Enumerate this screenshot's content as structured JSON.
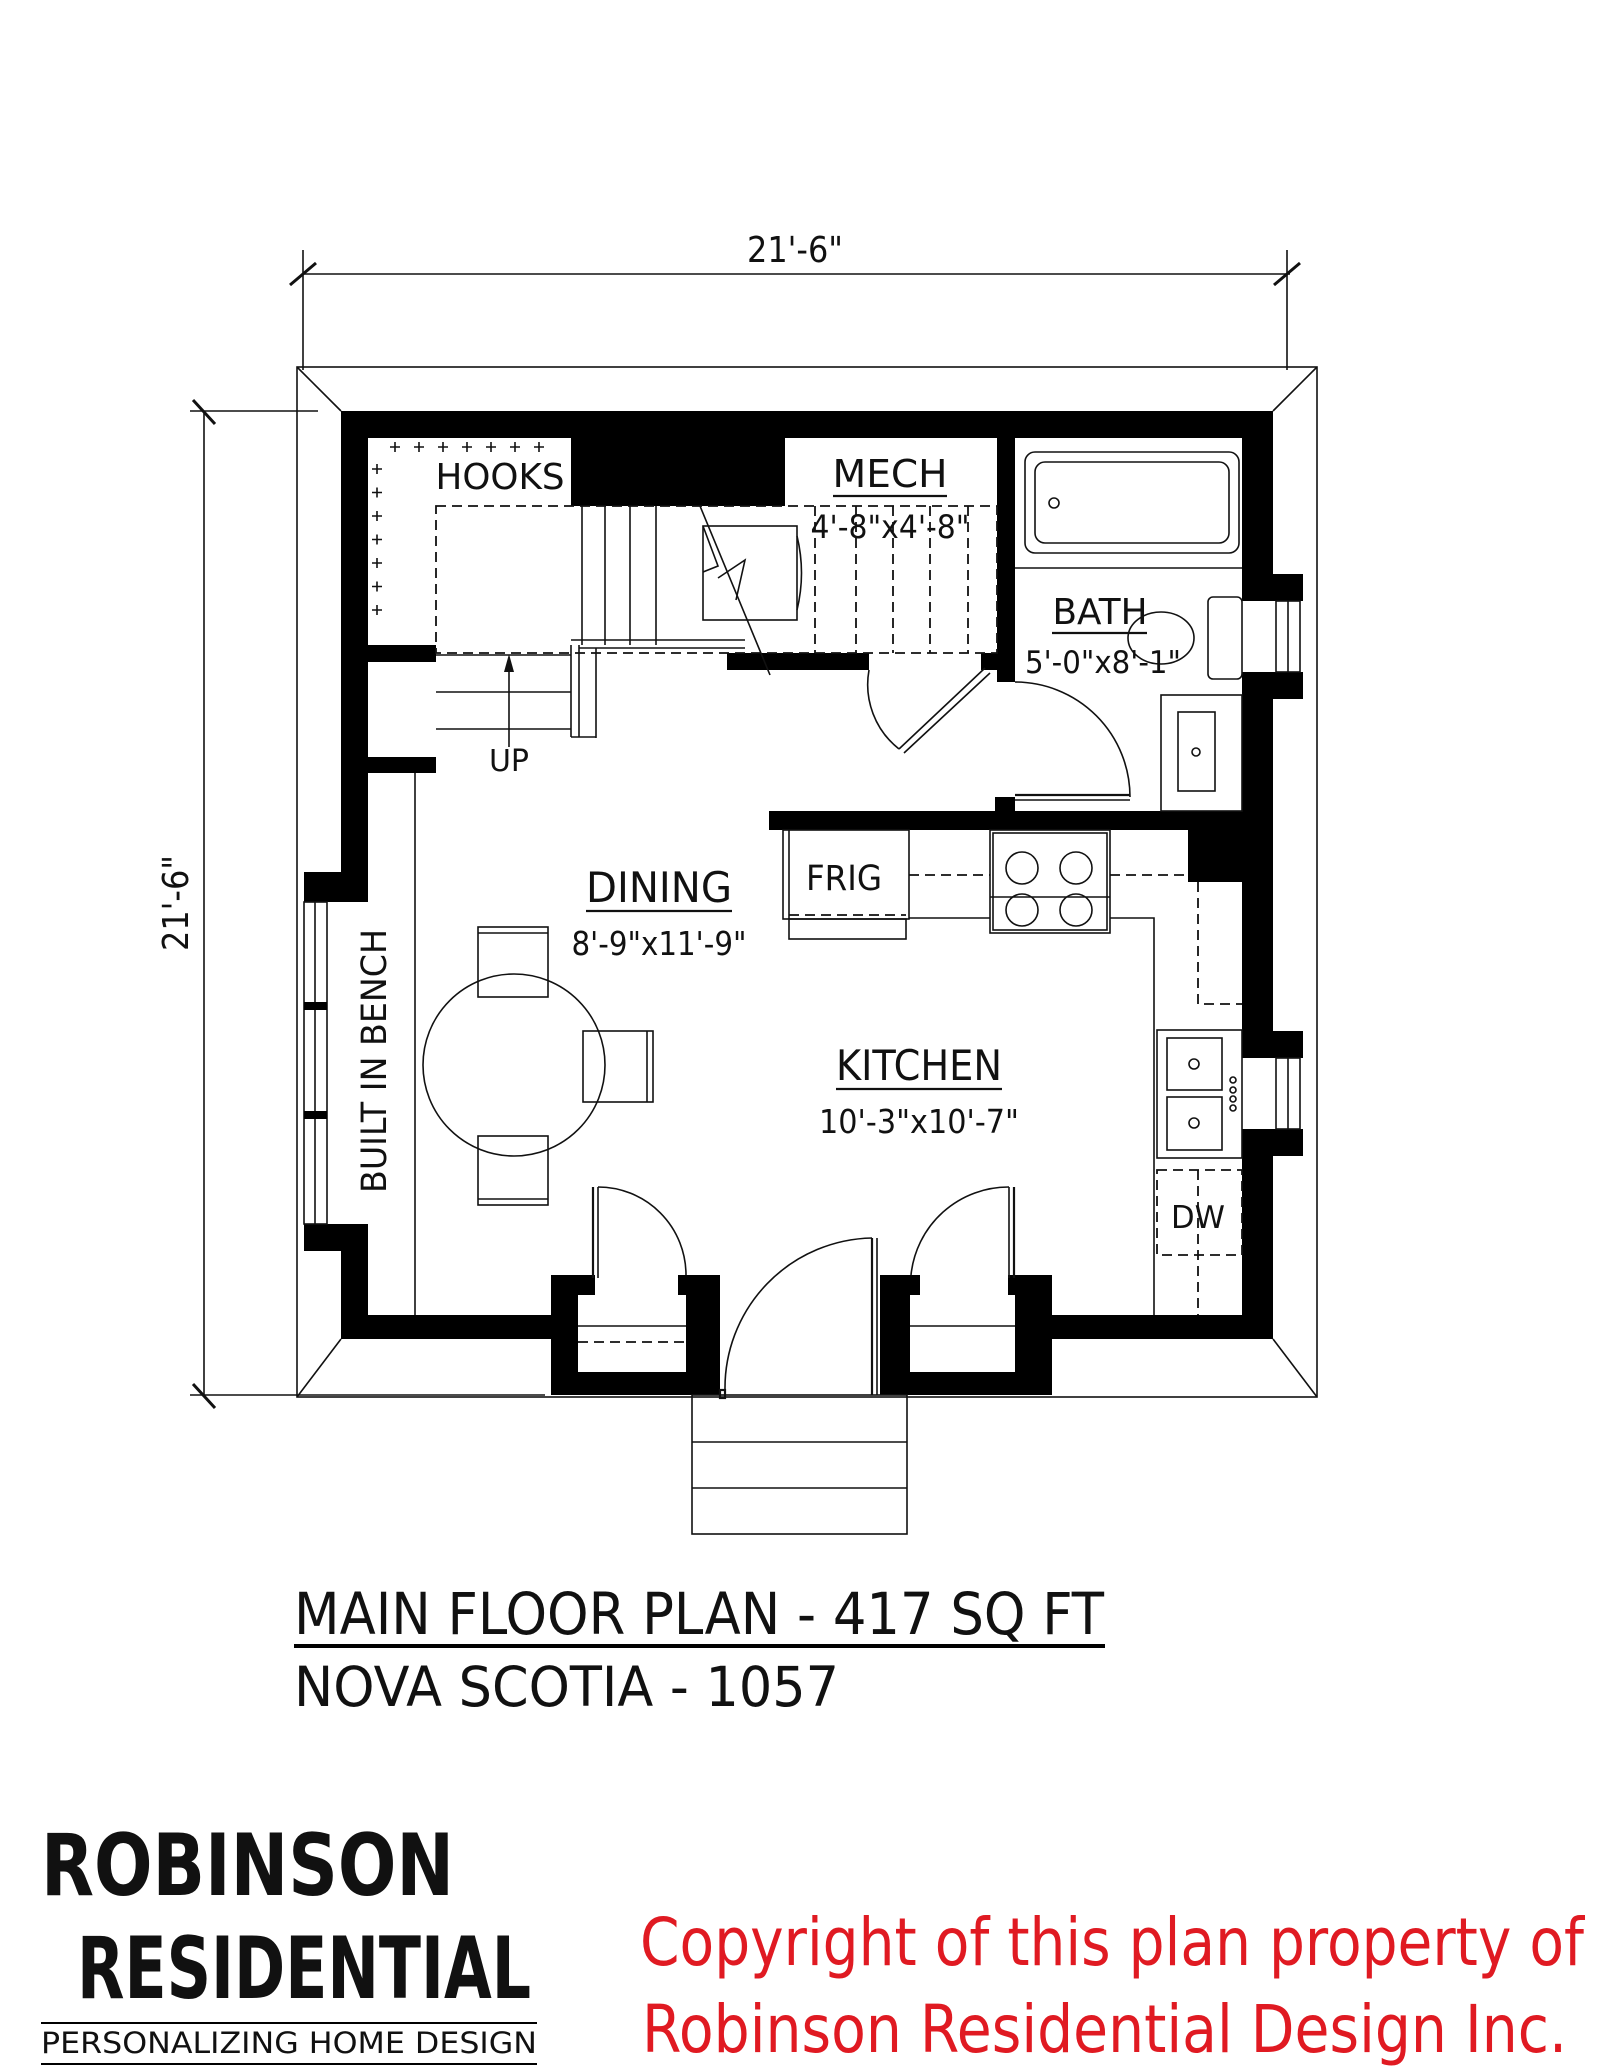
{
  "plan": {
    "dim_width": "21'-6\"",
    "dim_depth": "21'-6\"",
    "rooms": {
      "hooks": "HOOKS",
      "mech": {
        "name": "MECH",
        "size": "4'-8\"x4'-8\""
      },
      "bath": {
        "name": "BATH",
        "size": "5'-0\"x8'-1\""
      },
      "dining": {
        "name": "DINING",
        "size": "8'-9\"x11'-9\""
      },
      "kitchen": {
        "name": "KITCHEN",
        "size": "10'-3\"x10'-7\""
      },
      "frig": "FRIG",
      "dw": "DW",
      "bench": "BUILT IN BENCH",
      "stair": "UP"
    }
  },
  "title": {
    "main": "MAIN FLOOR PLAN - 417 SQ FT",
    "sub": "NOVA SCOTIA - 1057"
  },
  "logo": {
    "line1": "ROBINSON",
    "line2": "RESIDENTIAL",
    "tagline": "PERSONALIZING HOME DESIGN"
  },
  "copyright": {
    "line1": "Copyright of this plan property of",
    "line2": "Robinson Residential Design Inc.",
    "color": "#e01a22"
  }
}
